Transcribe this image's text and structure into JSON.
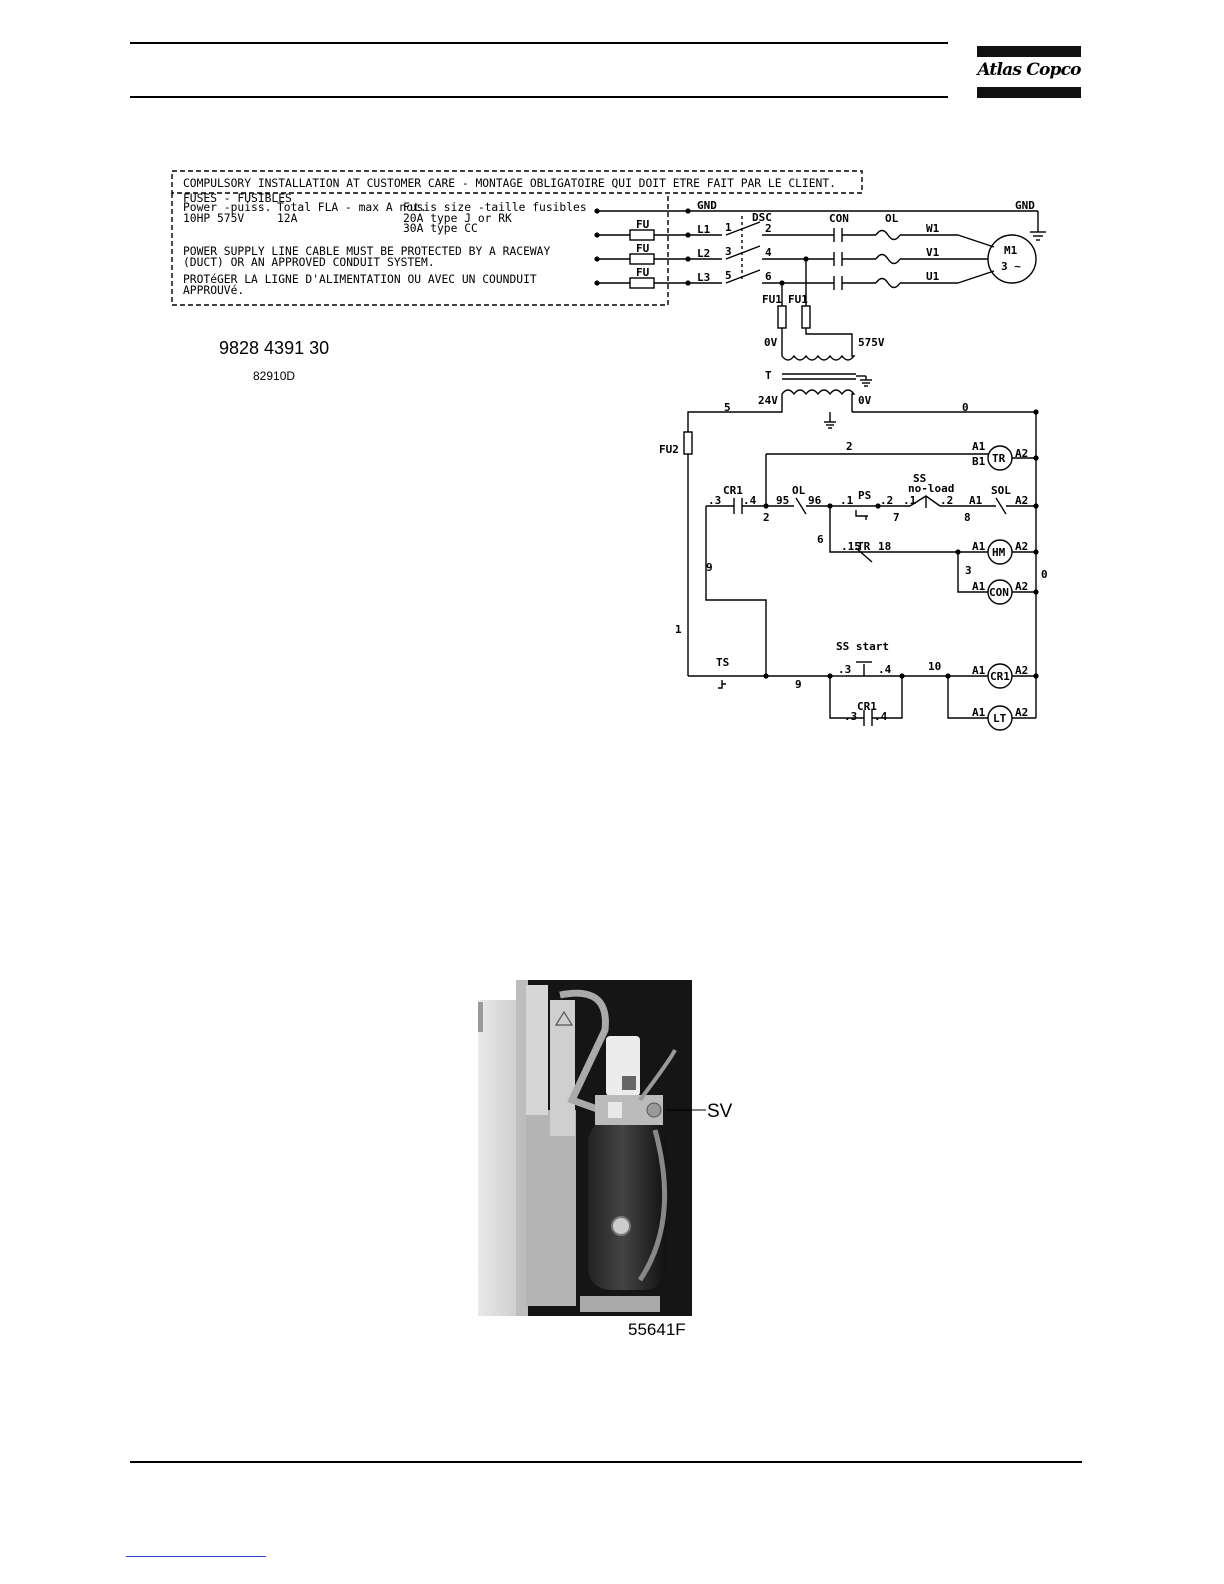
{
  "header": {
    "logo_text": "Atlas Copco"
  },
  "schematic": {
    "note": {
      "line1": "COMPULSORY INSTALLATION AT CUSTOMER CARE - MONTAGE OBLIGATOIRE QUI DOIT ETRE FAIT PAR LE CLIENT.",
      "fuses_title": "FUSES - FUSIBLES",
      "power_header": "Power -puiss.",
      "fla_header": "Total FLA - max A not.",
      "fuse_size_header": "Fusis size -taille fusibles",
      "power_value": "10HP 575V",
      "fla_value": "12A",
      "fuse_size_1": "20A type J or RK",
      "fuse_size_2": "30A type CC",
      "supply_1": "POWER SUPPLY LINE CABLE MUST BE PROTECTED BY A RACEWAY",
      "supply_2": "(DUCT) OR AN APPROVED CONDUIT SYSTEM.",
      "protect_1": "PROTéGER LA LIGNE D'ALIMENTATION OU AVEC UN COUNDUIT",
      "protect_2": "APPROUVé."
    },
    "part_number": "9828 4391 30",
    "drawing_id": "82910D",
    "labels": {
      "gnd": "GND",
      "fu": "FU",
      "l1": "L1",
      "l2": "L2",
      "l3": "L3",
      "dsc": "DSC",
      "con": "CON",
      "ol": "OL",
      "w1": "W1",
      "v1": "V1",
      "u1": "U1",
      "motor": "M1",
      "motor_phase": "3 ~",
      "fu1": "FU1",
      "v0": "0V",
      "v575": "575V",
      "transformer": "T",
      "v24": "24V",
      "fu2": "FU2",
      "cr1": "CR1",
      "ps": "PS",
      "ss": "SS",
      "no_load": "no-load",
      "sol": "SOL",
      "tr": "TR",
      "hm": "HM",
      "ts": "TS",
      "ss_start": "SS start",
      "lt": "LT",
      "a1": "A1",
      "a2": "A2",
      "b1": "B1",
      "c95": "95",
      "c96": "96",
      "c15": ".15",
      "c18": "18",
      "p1": ".1",
      "p2": ".2",
      "p3": ".3",
      "p4": ".4",
      "t1": "1",
      "t2": "2",
      "t3": "3",
      "t4": "4",
      "t5": "5",
      "t6": "6",
      "w_0": "0",
      "w_1": "1",
      "w_2": "2",
      "w_3": "3",
      "w_5": "5",
      "w_6": "6",
      "w_7": "7",
      "w_8": "8",
      "w_9": "9",
      "w_10": "10"
    }
  },
  "photo": {
    "callout": "SV",
    "figure_id": "55641F"
  }
}
